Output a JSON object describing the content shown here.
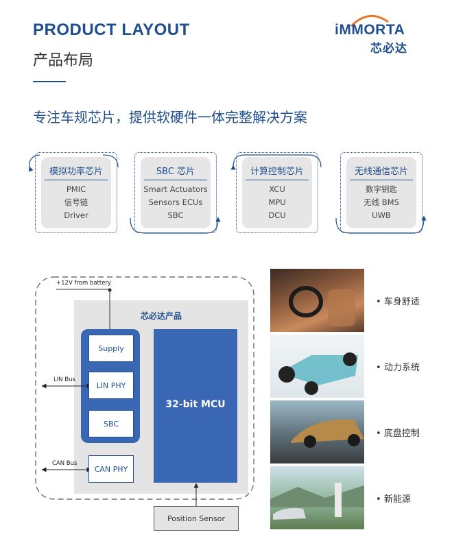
{
  "header": {
    "title_en": "PRODUCT LAYOUT",
    "title_cn": "产品布局",
    "logo_en": "iMMORTA",
    "logo_cn": "芯必达"
  },
  "tagline": "专注车规芯片，提供软硬件一体完整解决方案",
  "categories": [
    {
      "title": "模拟功率芯片",
      "items": [
        "PMIC",
        "信号链",
        "Driver"
      ]
    },
    {
      "title": "SBC 芯片",
      "items": [
        "Smart Actuators",
        "Sensors ECUs",
        "SBC"
      ]
    },
    {
      "title": "计算控制芯片",
      "items": [
        "XCU",
        "MPU",
        "DCU"
      ]
    },
    {
      "title": "无线通信芯片",
      "items": [
        "数字钥匙",
        "无线 BMS",
        "UWB"
      ]
    }
  ],
  "diagram": {
    "battery_label": "+12V from battery",
    "product_title": "芯必达产品",
    "supply": "Supply",
    "lin_phy": "LIN PHY",
    "sbc": "SBC",
    "can_phy": "CAN PHY",
    "mcu": "32-bit MCU",
    "lin_bus": "LIN Bus",
    "can_bus": "CAN Bus",
    "position_sensor": "Position Sensor"
  },
  "applications": [
    {
      "label": "车身舒适",
      "icon": "car-interior-photo"
    },
    {
      "label": "动力系统",
      "icon": "ev-chassis-photo"
    },
    {
      "label": "底盘控制",
      "icon": "sports-car-photo"
    },
    {
      "label": "新能源",
      "icon": "ev-charging-photo"
    }
  ],
  "colors": {
    "brand_blue": "#1f4e8c",
    "mid_blue": "#3a67b3",
    "grey_panel": "#e6e6e6",
    "accent_orange": "#e8792a"
  }
}
